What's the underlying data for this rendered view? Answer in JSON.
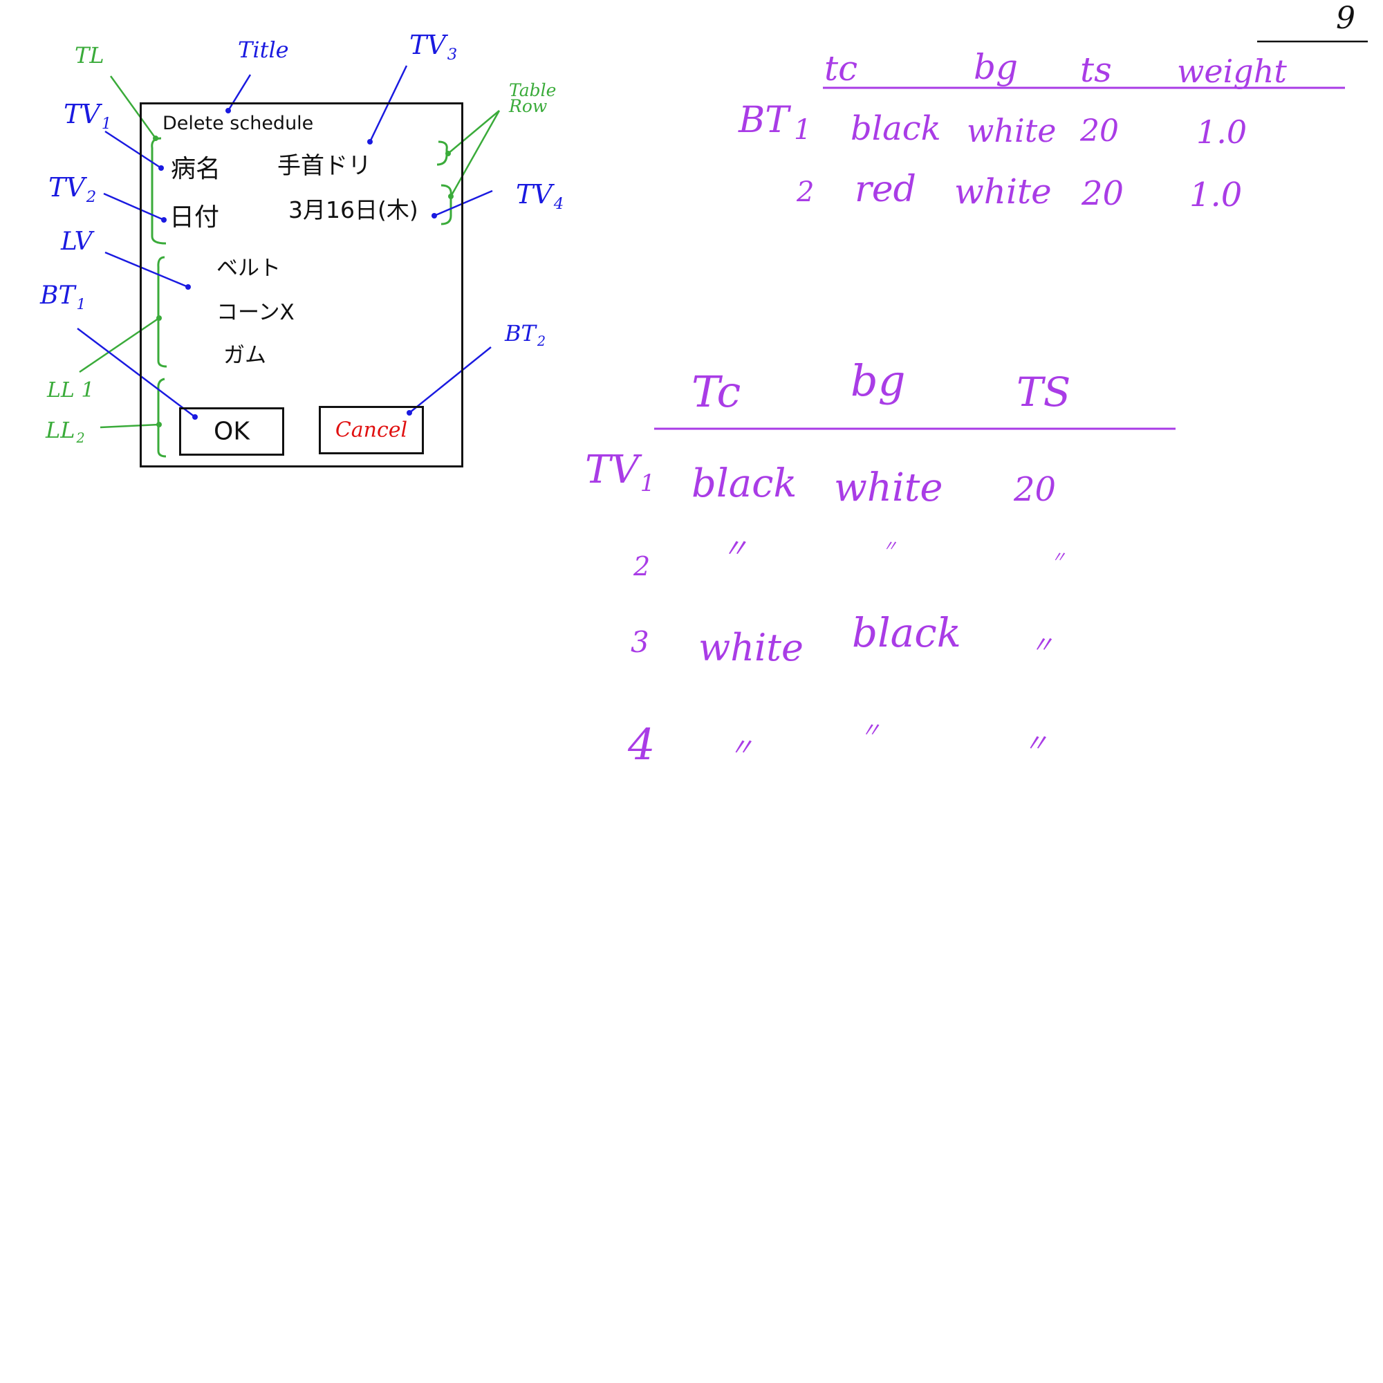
{
  "page_number": "9",
  "mockup": {
    "title": "Delete schedule",
    "rows": [
      {
        "label": "病名",
        "value": "手首ドリ"
      },
      {
        "label": "日付",
        "value": "3月16日(木)"
      }
    ],
    "list_items": [
      "ベルト",
      "コーンX",
      "ガム"
    ],
    "ok_label": "OK",
    "cancel_label": "Cancel"
  },
  "annotations": {
    "tl": "TL",
    "title": "Title",
    "tv1": "TV",
    "tv1_sub": "1",
    "tv2": "TV",
    "tv2_sub": "2",
    "tv3": "TV",
    "tv3_sub": "3",
    "tv4": "TV",
    "tv4_sub": "4",
    "table_row": "Table Row",
    "lv": "LV",
    "bt1": "BT",
    "bt1_sub": "1",
    "bt2": "BT",
    "bt2_sub": "2",
    "ll1": "LL 1",
    "ll2": "LL",
    "ll2_sub": "2"
  },
  "bt_table": {
    "row_label": "BT",
    "headers": [
      "tc",
      "bg",
      "ts",
      "weight"
    ],
    "rows": [
      {
        "index": "1",
        "cells": [
          "black",
          "white",
          "20",
          "1.0"
        ]
      },
      {
        "index": "2",
        "cells": [
          "red",
          "white",
          "20",
          "1.0"
        ]
      }
    ]
  },
  "tv_table": {
    "row_label": "TV",
    "row_label_sub": "1",
    "headers": [
      "Tc",
      "bg",
      "TS"
    ],
    "rows": [
      {
        "index": "",
        "cells": [
          "black",
          "white",
          "20"
        ]
      },
      {
        "index": "2",
        "cells": [
          "〃",
          "〃",
          "〃"
        ]
      },
      {
        "index": "3",
        "cells": [
          "white",
          "black",
          "〃"
        ]
      },
      {
        "index": "4",
        "cells": [
          "〃",
          "〃",
          "〃"
        ]
      }
    ]
  },
  "colors": {
    "annotation_blue": "#1a1ae0",
    "annotation_green": "#3aab3a",
    "table_purple": "#a93ce6",
    "cancel_red": "#e01010",
    "outline_black": "#111111"
  }
}
